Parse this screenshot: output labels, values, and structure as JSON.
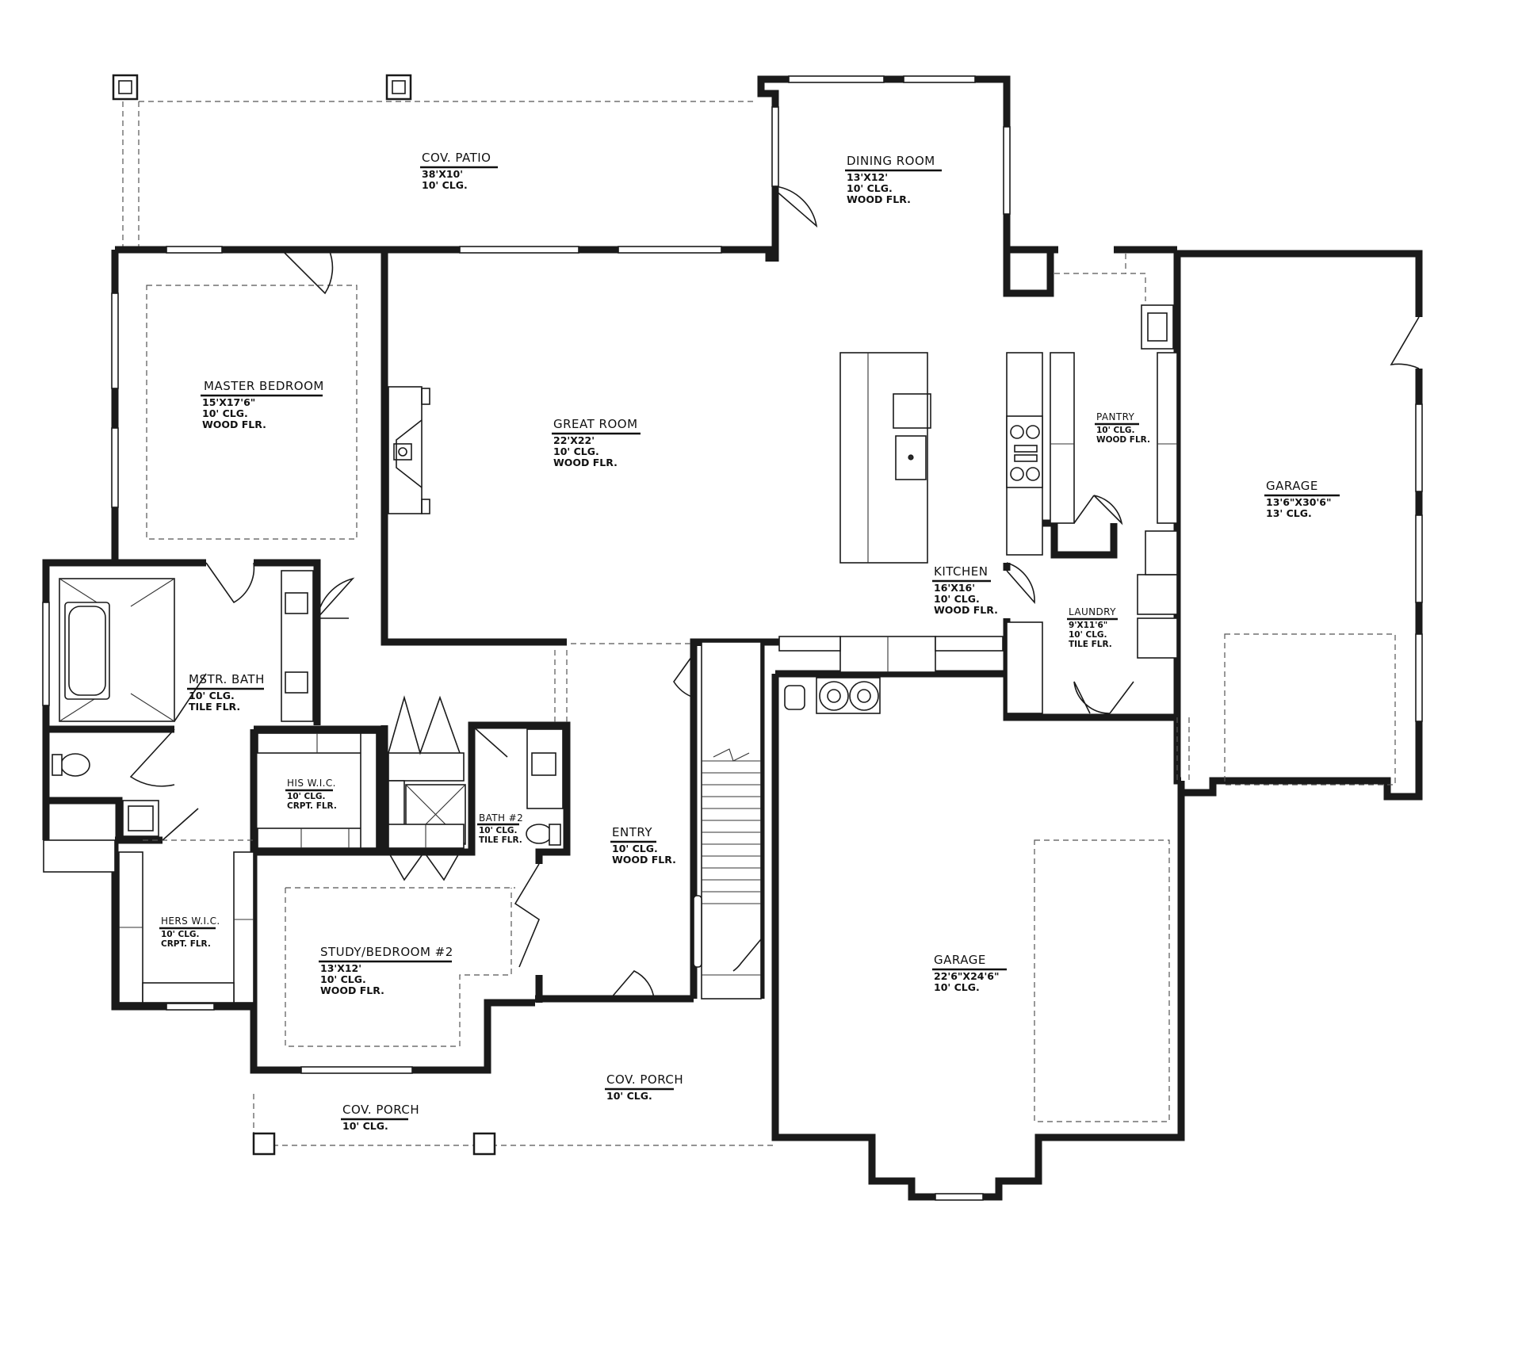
{
  "rooms": {
    "cov_patio": {
      "name": "COV. PATIO",
      "dims": "38'X10'",
      "ceiling": "10' CLG."
    },
    "dining_room": {
      "name": "DINING ROOM",
      "dims": "13'X12'",
      "ceiling": "10' CLG.",
      "floor": "WOOD FLR."
    },
    "master_bedroom": {
      "name": "MASTER BEDROOM",
      "dims": "15'X17'6\"",
      "ceiling": "10' CLG.",
      "floor": "WOOD FLR."
    },
    "great_room": {
      "name": "GREAT ROOM",
      "dims": "22'X22'",
      "ceiling": "10' CLG.",
      "floor": "WOOD FLR."
    },
    "pantry": {
      "name": "PANTRY",
      "ceiling": "10' CLG.",
      "floor": "WOOD FLR."
    },
    "garage_right": {
      "name": "GARAGE",
      "dims": "13'6\"X30'6\"",
      "ceiling": "13' CLG."
    },
    "kitchen": {
      "name": "KITCHEN",
      "dims": "16'X16'",
      "ceiling": "10' CLG.",
      "floor": "WOOD FLR."
    },
    "laundry": {
      "name": "LAUNDRY",
      "dims": "9'X11'6\"",
      "ceiling": "10' CLG.",
      "floor": "TILE FLR."
    },
    "mstr_bath": {
      "name": "MSTR. BATH",
      "ceiling": "10' CLG.",
      "floor": "TILE FLR."
    },
    "his_wic": {
      "name": "HIS W.I.C.",
      "ceiling": "10' CLG.",
      "floor": "CRPT. FLR."
    },
    "bath2": {
      "name": "BATH #2",
      "ceiling": "10' CLG.",
      "floor": "TILE FLR."
    },
    "entry": {
      "name": "ENTRY",
      "ceiling": "10' CLG.",
      "floor": "WOOD FLR."
    },
    "hers_wic": {
      "name": "HERS W.I.C.",
      "ceiling": "10' CLG.",
      "floor": "CRPT. FLR."
    },
    "study": {
      "name": "STUDY/BEDROOM #2",
      "dims": "13'X12'",
      "ceiling": "10' CLG.",
      "floor": "WOOD FLR."
    },
    "garage_main": {
      "name": "GARAGE",
      "dims": "22'6\"X24'6\"",
      "ceiling": "10' CLG."
    },
    "cov_porch_right": {
      "name": "COV. PORCH",
      "ceiling": "10' CLG."
    },
    "cov_porch_left": {
      "name": "COV. PORCH",
      "ceiling": "10' CLG."
    }
  }
}
